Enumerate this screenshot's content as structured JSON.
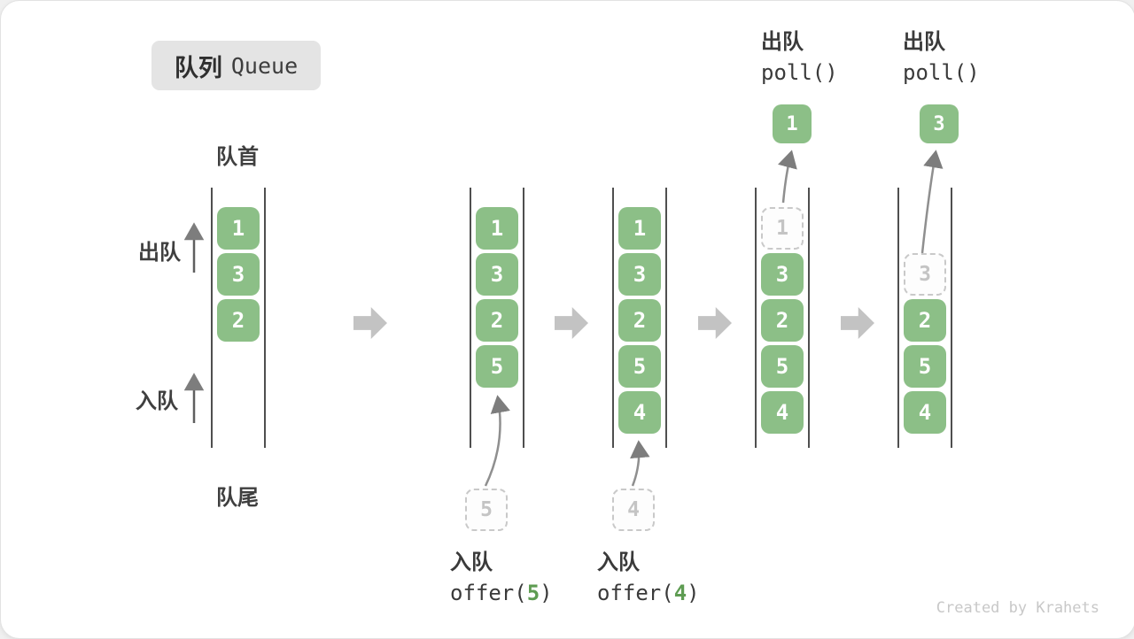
{
  "title": {
    "zh": "队列",
    "en": "Queue"
  },
  "labels": {
    "front": "队首",
    "rear": "队尾",
    "dequeue": "出队",
    "enqueue": "入队"
  },
  "queues": [
    {
      "boxes": [
        "1",
        "3",
        "2"
      ]
    },
    {
      "boxes": [
        "1",
        "3",
        "2",
        "5"
      ],
      "incoming": "5"
    },
    {
      "boxes": [
        "1",
        "3",
        "2",
        "5",
        "4"
      ],
      "incoming": "4"
    },
    {
      "ghost": "1",
      "boxes": [
        "3",
        "2",
        "5",
        "4"
      ],
      "popped": "1"
    },
    {
      "ghost": "3",
      "boxes": [
        "2",
        "5",
        "4"
      ],
      "popped": "3"
    }
  ],
  "operations": {
    "enqueue5": {
      "label": "入队",
      "fn": "offer(",
      "arg": "5",
      "close": ")"
    },
    "enqueue4": {
      "label": "入队",
      "fn": "offer(",
      "arg": "4",
      "close": ")"
    },
    "poll1": {
      "label": "出队",
      "call": "poll()"
    },
    "poll2": {
      "label": "出队",
      "call": "poll()"
    }
  },
  "colors": {
    "box_green": "#8cbf87",
    "arg_green": "#5e9c52",
    "block_arrow_gray": "#c3c3c3",
    "dashed_gray": "#c9c9c9",
    "line_gray": "#4f4f4f"
  },
  "footer": {
    "credit": "Created by Krahets"
  }
}
